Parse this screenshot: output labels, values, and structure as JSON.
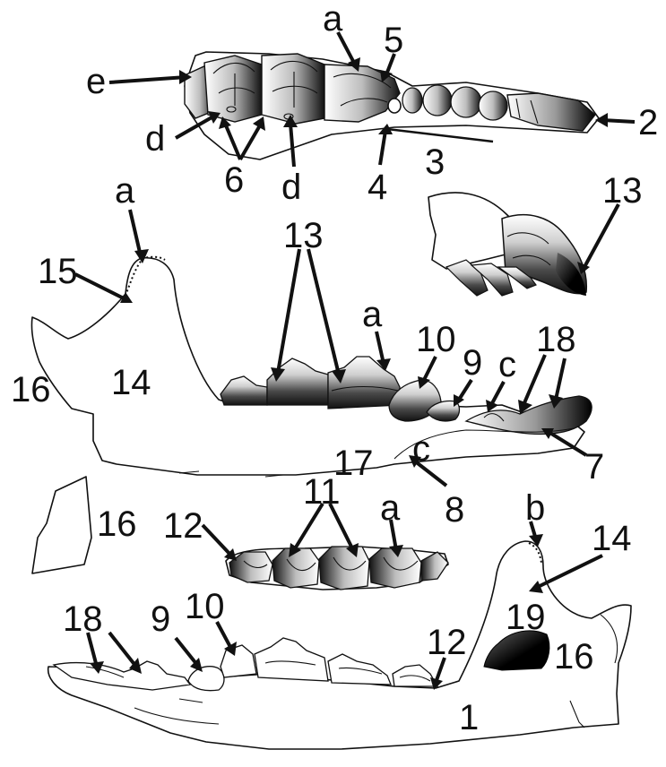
{
  "figure": {
    "colors": {
      "ink": "#111111",
      "enamel_dark": "#000000",
      "enamel_light": "#ffffff",
      "background": "#ffffff"
    },
    "labels": {
      "a": "a",
      "b": "b",
      "c": "c",
      "d": "d",
      "e": "e",
      "n1": "1",
      "n2": "2",
      "n3": "3",
      "n4": "4",
      "n5": "5",
      "n6": "6",
      "n7": "7",
      "n8": "8",
      "n9": "9",
      "n10": "10",
      "n11": "11",
      "n12": "12",
      "n13": "13",
      "n14": "14",
      "n15": "15",
      "n16": "16",
      "n17": "17",
      "n18": "18",
      "n19": "19"
    }
  }
}
